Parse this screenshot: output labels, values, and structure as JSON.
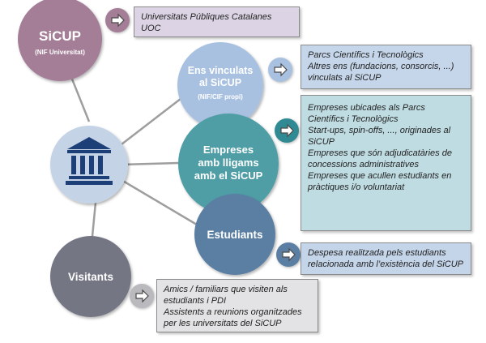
{
  "colors": {
    "sicup": "#a47d97",
    "ens": "#a9c1e1",
    "empreses": "#4f9ea6",
    "estudiants": "#5a7fa3",
    "visitants": "#747684",
    "center": "#c4d3e6",
    "box_sicup": "#dcd4e4",
    "box_ens": "#c6d6ea",
    "box_empreses": "#bfdce2",
    "box_estudiants": "#c4d4e9",
    "box_visitants": "#e3e2e4"
  },
  "center": {
    "icon": "institution-building-icon"
  },
  "nodes": {
    "sicup": {
      "title": "SiCUP",
      "subtitle": "(NIF Universitat)"
    },
    "ens": {
      "title_lines": [
        "Ens vinculats",
        "al SiCUP"
      ],
      "subtitle": "(NIF/CIF propi)"
    },
    "empreses": {
      "title_lines": [
        "Empreses",
        "amb lligams",
        "amb el  SiCUP"
      ]
    },
    "estudiants": {
      "title": "Estudiants"
    },
    "visitants": {
      "title": "Visitants"
    }
  },
  "boxes": {
    "sicup": [
      "Universitats Públiques Catalanes",
      "UOC"
    ],
    "ens": [
      "Parcs Científics i Tecnològics",
      "Altres ens (fundacions, consorcis, ...)",
      "vinculats al SiCUP"
    ],
    "empreses": [
      "Empreses ubicades als Parcs Científics i Tecnològics",
      "Start-ups, spin-offs, ..., originades al SiCUP",
      "Empreses que són adjudicatàries de concessions administratives",
      "Empreses que acullen estudiants en pràctiques i/o voluntariat"
    ],
    "estudiants": [
      "Despesa realitzada pels estudiants",
      "relacionada amb l’existència del SiCUP"
    ],
    "visitants": [
      "Amics / familiars que visiten als",
      "estudiants i PDI",
      "Assistents a reunions organitzades",
      "per les universitats del SiCUP"
    ]
  },
  "arrow_icon": "right-arrow-icon"
}
